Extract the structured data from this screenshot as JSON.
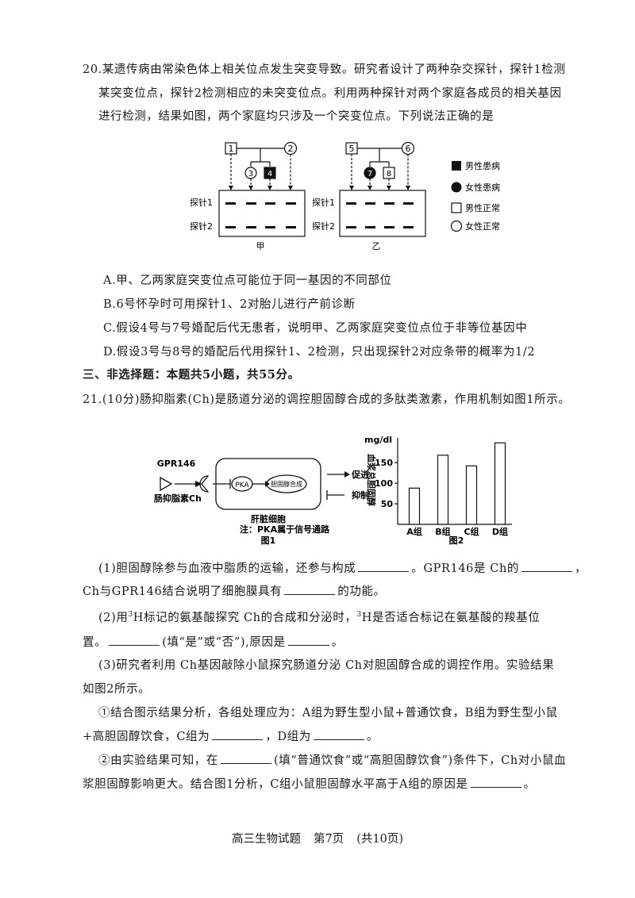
{
  "q20": {
    "stem_l1": "20.某遗传病由常染色体上相关位点发生突变导致。研究者设计了两种杂交探针，探针1检测",
    "stem_l2": "某突变位点，探针2检测相应的未突变位点。利用两种探针对两个家庭各成员的相关基因",
    "stem_l3": "进行检测，结果如图，两个家庭均只涉及一个突变位点。下列说法正确的是",
    "fig": {
      "family_a_members": [
        "1",
        "2",
        "3",
        "4"
      ],
      "family_b_members": [
        "5",
        "6",
        "7",
        "8"
      ],
      "probe1": "探针1",
      "probe2": "探针2",
      "family_a_label": "甲",
      "family_b_label": "乙",
      "legend": [
        "男性患病",
        "女性患病",
        "男性正常",
        "女性正常"
      ]
    },
    "options": [
      "A.甲、乙两家庭突变位点可能位于同一基因的不同部位",
      "B.6号怀孕时可用探针1、2对胎儿进行产前诊断",
      "C.假设4号与7号婚配后代无患者，说明甲、乙两家庭突变位点位于非等位基因中",
      "D.假设3号与8号的婚配后代用探针1、2检测，只出现探针2对应条带的概率为1/2"
    ]
  },
  "section3": "三、非选择题：本题共5小题，共55分。",
  "q21": {
    "intro": "21.(10分)肠抑脂素(Ch)是肠道分泌的调控胆固醇合成的多肽类激素，作用机制如图1所示。",
    "fig1": {
      "receptor": "GPR146",
      "hormone": "肠抑脂素Ch",
      "enzyme": "PKA",
      "process": "胆固醇合成",
      "cell": "肝脏细胞",
      "note": "注：PKA属于信号通路",
      "promote": "促进",
      "inhibit": "抑制",
      "caption": "图1"
    },
    "fig2": {
      "unit": "mg/dl",
      "ylabel": "血浆总胆固醇",
      "caption": "图2"
    },
    "chart_data": {
      "type": "bar",
      "categories": [
        "A组",
        "B组",
        "C组",
        "D组"
      ],
      "values": [
        88,
        168,
        142,
        198
      ],
      "ylabel": "血浆总胆固醇",
      "unit": "mg/dl",
      "yticks": [
        50,
        100,
        150
      ],
      "ylim": [
        0,
        210
      ]
    },
    "p1_a": "(1)胆固醇除参与血液中脂质的运输，还参与构成",
    "p1_b": "。GPR146是 Ch的",
    "p1_c": "，",
    "p1_d": "Ch与GPR146结合说明了细胞膜具有",
    "p1_e": "的功能。",
    "p2_a": "(2)用",
    "p2_sup1": "3",
    "p2_b": "H标记的氨基酸探究 Ch的合成和分泌时，",
    "p2_sup2": "3",
    "p2_c": "H是否适合标记在氨基酸的羧基位",
    "p2_d": "置。",
    "p2_e": "(填“是”或“否”),原因是",
    "p2_f": "。",
    "p3_a": "(3)研究者利用 Ch基因敲除小鼠探究肠道分泌 Ch对胆固醇合成的调控作用。实验结果",
    "p3_b": "如图2所示。",
    "p3_c": "①结合图示结果分析，各组处理应为：A组为野生型小鼠+普通饮食，B组为野生型小鼠",
    "p3_d": "+高胆固醇饮食，C组为",
    "p3_e": "，D组为",
    "p3_f": "。",
    "p3_g": "②由实验结果可知，在",
    "p3_h": "(填“普通饮食”或“高胆固醇饮食”)条件下，Ch对小鼠血",
    "p3_i": "浆胆固醇影响更大。结合图1分析，C组小鼠胆固醇水平高于A组的原因是",
    "p3_j": "。"
  },
  "footer": {
    "subject": "高三生物试题",
    "page": "第7页",
    "total": "(共10页)"
  }
}
